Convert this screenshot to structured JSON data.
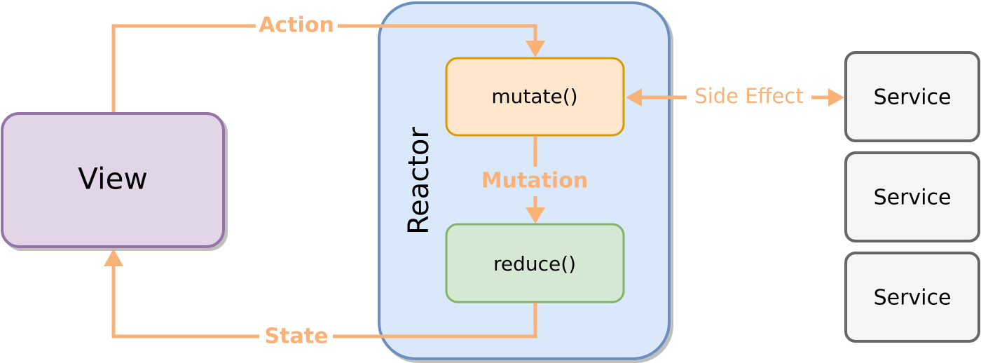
{
  "nodes": {
    "view": {
      "label": "View"
    },
    "reactor": {
      "label": "Reactor"
    },
    "mutate": {
      "label": "mutate()"
    },
    "reduce": {
      "label": "reduce()"
    },
    "services": [
      {
        "label": "Service"
      },
      {
        "label": "Service"
      },
      {
        "label": "Service"
      }
    ]
  },
  "edges": {
    "action": {
      "label": "Action"
    },
    "mutation": {
      "label": "Mutation"
    },
    "state": {
      "label": "State"
    },
    "side_effect": {
      "label": "Side Effect"
    }
  },
  "colors": {
    "arrow": "#F9B175",
    "view_fill": "#E1D5E7",
    "view_stroke": "#9673A6",
    "reactor_fill": "#DAE8FC",
    "reactor_stroke": "#6C8EBF",
    "mutate_fill": "#FFE6CC",
    "mutate_stroke": "#D79B00",
    "reduce_fill": "#D5E8D4",
    "reduce_stroke": "#82B366",
    "service_fill": "#F5F5F5",
    "service_stroke": "#666666"
  }
}
